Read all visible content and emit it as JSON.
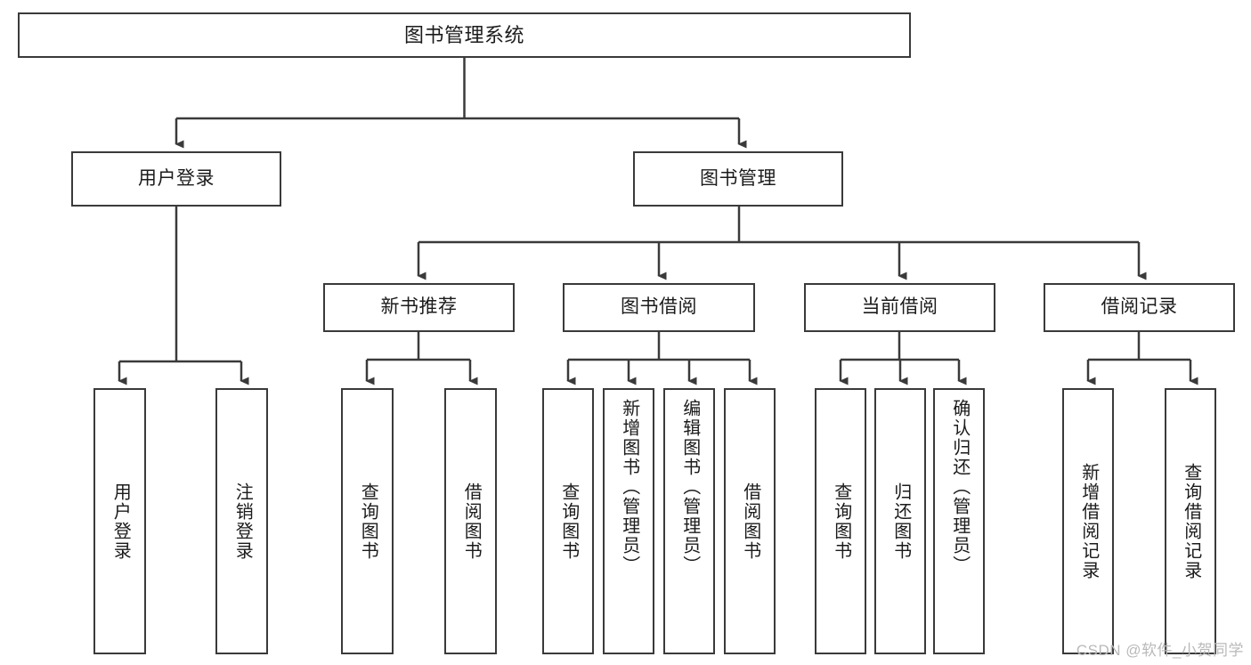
{
  "diagram": {
    "title": "图书管理系统",
    "type": "tree",
    "watermark": "CSDN @软件_小贺同学",
    "colors": {
      "stroke": "#3a3a3a",
      "fill": "#ffffff",
      "text": "#1b1b1b",
      "watermark": "#b9b9b9"
    },
    "levels": {
      "root": "图书管理系统",
      "level2": [
        "用户登录",
        "图书管理"
      ],
      "level3": [
        "新书推荐",
        "图书借阅",
        "当前借阅",
        "借阅记录"
      ]
    },
    "nodes": {
      "root": {
        "label": "图书管理系统"
      },
      "user_login": {
        "label": "用户登录"
      },
      "book_manage": {
        "label": "图书管理"
      },
      "new_book_rec": {
        "label": "新书推荐"
      },
      "book_borrow": {
        "label": "图书借阅"
      },
      "current_borrow": {
        "label": "当前借阅"
      },
      "borrow_record": {
        "label": "借阅记录"
      },
      "leaf_user_login": {
        "label": "用户登录"
      },
      "leaf_user_logout": {
        "label": "注销登录"
      },
      "leaf_rec_query": {
        "label": "查询图书"
      },
      "leaf_rec_borrow": {
        "label": "借阅图书"
      },
      "leaf_borrow_query": {
        "label": "查询图书"
      },
      "leaf_borrow_add": {
        "label": "新增图书（管理员）"
      },
      "leaf_borrow_edit": {
        "label": "编辑图书（管理员）"
      },
      "leaf_borrow_lend": {
        "label": "借阅图书"
      },
      "leaf_cur_query": {
        "label": "查询图书"
      },
      "leaf_cur_return": {
        "label": "归还图书"
      },
      "leaf_cur_confirm": {
        "label": "确认归还（管理员）"
      },
      "leaf_rec_add": {
        "label": "新增借阅记录"
      },
      "leaf_rec_search": {
        "label": "查询借阅记录"
      }
    },
    "edges": [
      {
        "from": "root",
        "to": "user_login"
      },
      {
        "from": "root",
        "to": "book_manage"
      },
      {
        "from": "user_login",
        "to": "leaf_user_login"
      },
      {
        "from": "user_login",
        "to": "leaf_user_logout"
      },
      {
        "from": "book_manage",
        "to": "new_book_rec"
      },
      {
        "from": "book_manage",
        "to": "book_borrow"
      },
      {
        "from": "book_manage",
        "to": "current_borrow"
      },
      {
        "from": "book_manage",
        "to": "borrow_record"
      },
      {
        "from": "new_book_rec",
        "to": "leaf_rec_query"
      },
      {
        "from": "new_book_rec",
        "to": "leaf_rec_borrow"
      },
      {
        "from": "book_borrow",
        "to": "leaf_borrow_query"
      },
      {
        "from": "book_borrow",
        "to": "leaf_borrow_add"
      },
      {
        "from": "book_borrow",
        "to": "leaf_borrow_edit"
      },
      {
        "from": "book_borrow",
        "to": "leaf_borrow_lend"
      },
      {
        "from": "current_borrow",
        "to": "leaf_cur_query"
      },
      {
        "from": "current_borrow",
        "to": "leaf_cur_return"
      },
      {
        "from": "current_borrow",
        "to": "leaf_cur_confirm"
      },
      {
        "from": "borrow_record",
        "to": "leaf_rec_add"
      },
      {
        "from": "borrow_record",
        "to": "leaf_rec_search"
      }
    ]
  }
}
